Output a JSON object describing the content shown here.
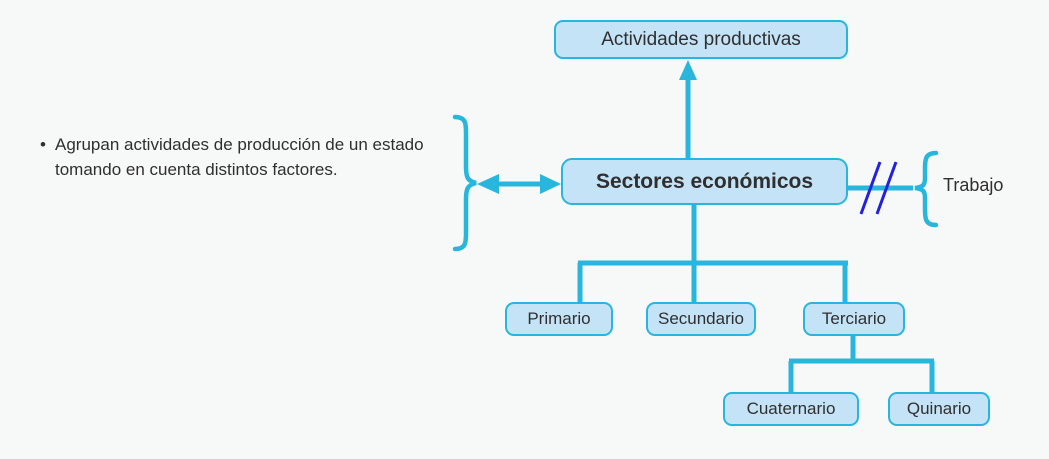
{
  "diagram": {
    "title": "Sectores economicos - mapa conceptual",
    "background_color": "#f7f8f8",
    "node_fill_color": "#c5e3f6",
    "node_border_color": "#29b6dd",
    "edge_color": "#29b6dd",
    "slash_color": "#2222dd",
    "text_color": "#2f2f2f"
  },
  "nodes": {
    "top": {
      "label": "Actividades productivas"
    },
    "central": {
      "label": "Sectores económicos"
    },
    "primario": {
      "label": "Primario"
    },
    "secundario": {
      "label": "Secundario"
    },
    "terciario": {
      "label": "Terciario"
    },
    "cuaternario": {
      "label": "Cuaternario"
    },
    "quinario": {
      "label": "Quinario"
    }
  },
  "note": {
    "bullet": "•",
    "text": "Agrupan actividades de producción de un estado tomando en cuenta distintos factores."
  },
  "side": {
    "label": "Trabajo"
  }
}
